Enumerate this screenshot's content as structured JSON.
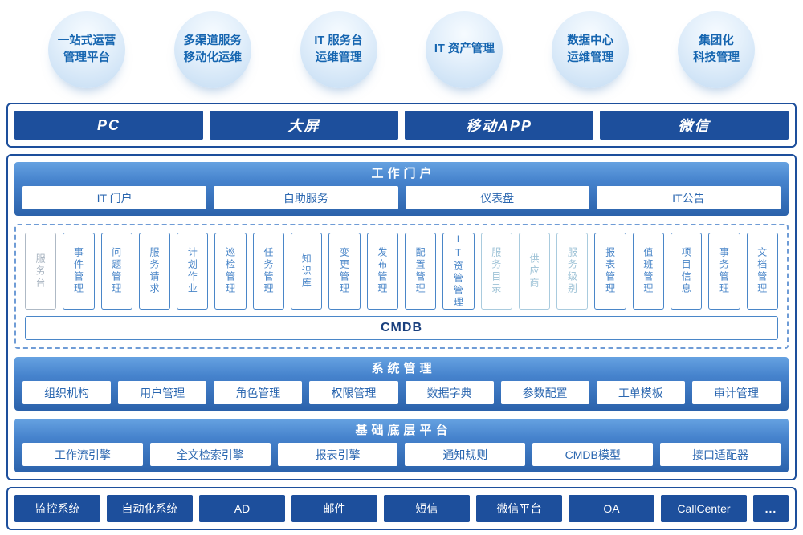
{
  "colors": {
    "primary_dark": "#1d4f9c",
    "section_blue": "#3a77c2",
    "badge_fill": "#d9e9f9",
    "accent_text": "#1565b0"
  },
  "badges": [
    {
      "line1": "一站式运营",
      "line2": "管理平台"
    },
    {
      "line1": "多渠道服务",
      "line2": "移动化运维"
    },
    {
      "line1": "IT 服务台",
      "line2": "运维管理"
    },
    {
      "line1": "IT 资产管理",
      "line2": ""
    },
    {
      "line1": "数据中心",
      "line2": "运维管理"
    },
    {
      "line1": "集团化",
      "line2": "科技管理"
    }
  ],
  "channels": {
    "items": [
      "PC",
      "大屏",
      "移动APP",
      "微信"
    ]
  },
  "portal": {
    "title": "工作门户",
    "items": [
      "IT 门户",
      "自助服务",
      "仪表盘",
      "IT公告"
    ]
  },
  "modules": [
    {
      "label": "服务台",
      "variant": "gray"
    },
    {
      "label": "事件管理",
      "variant": "normal"
    },
    {
      "label": "问题管理",
      "variant": "normal"
    },
    {
      "label": "服务请求",
      "variant": "normal"
    },
    {
      "label": "计划作业",
      "variant": "normal"
    },
    {
      "label": "巡检管理",
      "variant": "normal"
    },
    {
      "label": "任务管理",
      "variant": "normal"
    },
    {
      "label": "知识库",
      "variant": "normal"
    },
    {
      "label": "变更管理",
      "variant": "normal"
    },
    {
      "label": "发布管理",
      "variant": "normal"
    },
    {
      "label": "配置管理",
      "variant": "normal"
    },
    {
      "label": "IT资管管理",
      "variant": "normal"
    },
    {
      "label": "服务目录",
      "variant": "light"
    },
    {
      "label": "供应商",
      "variant": "light"
    },
    {
      "label": "服务级别",
      "variant": "light"
    },
    {
      "label": "报表管理",
      "variant": "normal"
    },
    {
      "label": "值班管理",
      "variant": "normal"
    },
    {
      "label": "项目信息",
      "variant": "normal"
    },
    {
      "label": "事务管理",
      "variant": "normal"
    },
    {
      "label": "文档管理",
      "variant": "normal"
    }
  ],
  "cmdb": {
    "label": "CMDB"
  },
  "system": {
    "title": "系统管理",
    "items": [
      "组织机构",
      "用户管理",
      "角色管理",
      "权限管理",
      "数据字典",
      "参数配置",
      "工单模板",
      "审计管理"
    ]
  },
  "platform": {
    "title": "基础底层平台",
    "items": [
      "工作流引擎",
      "全文检索引擎",
      "报表引擎",
      "通知规则",
      "CMDB模型",
      "接口适配器"
    ]
  },
  "integrations": {
    "items": [
      "监控系统",
      "自动化系统",
      "AD",
      "邮件",
      "短信",
      "微信平台",
      "OA",
      "CallCenter",
      "..."
    ]
  }
}
